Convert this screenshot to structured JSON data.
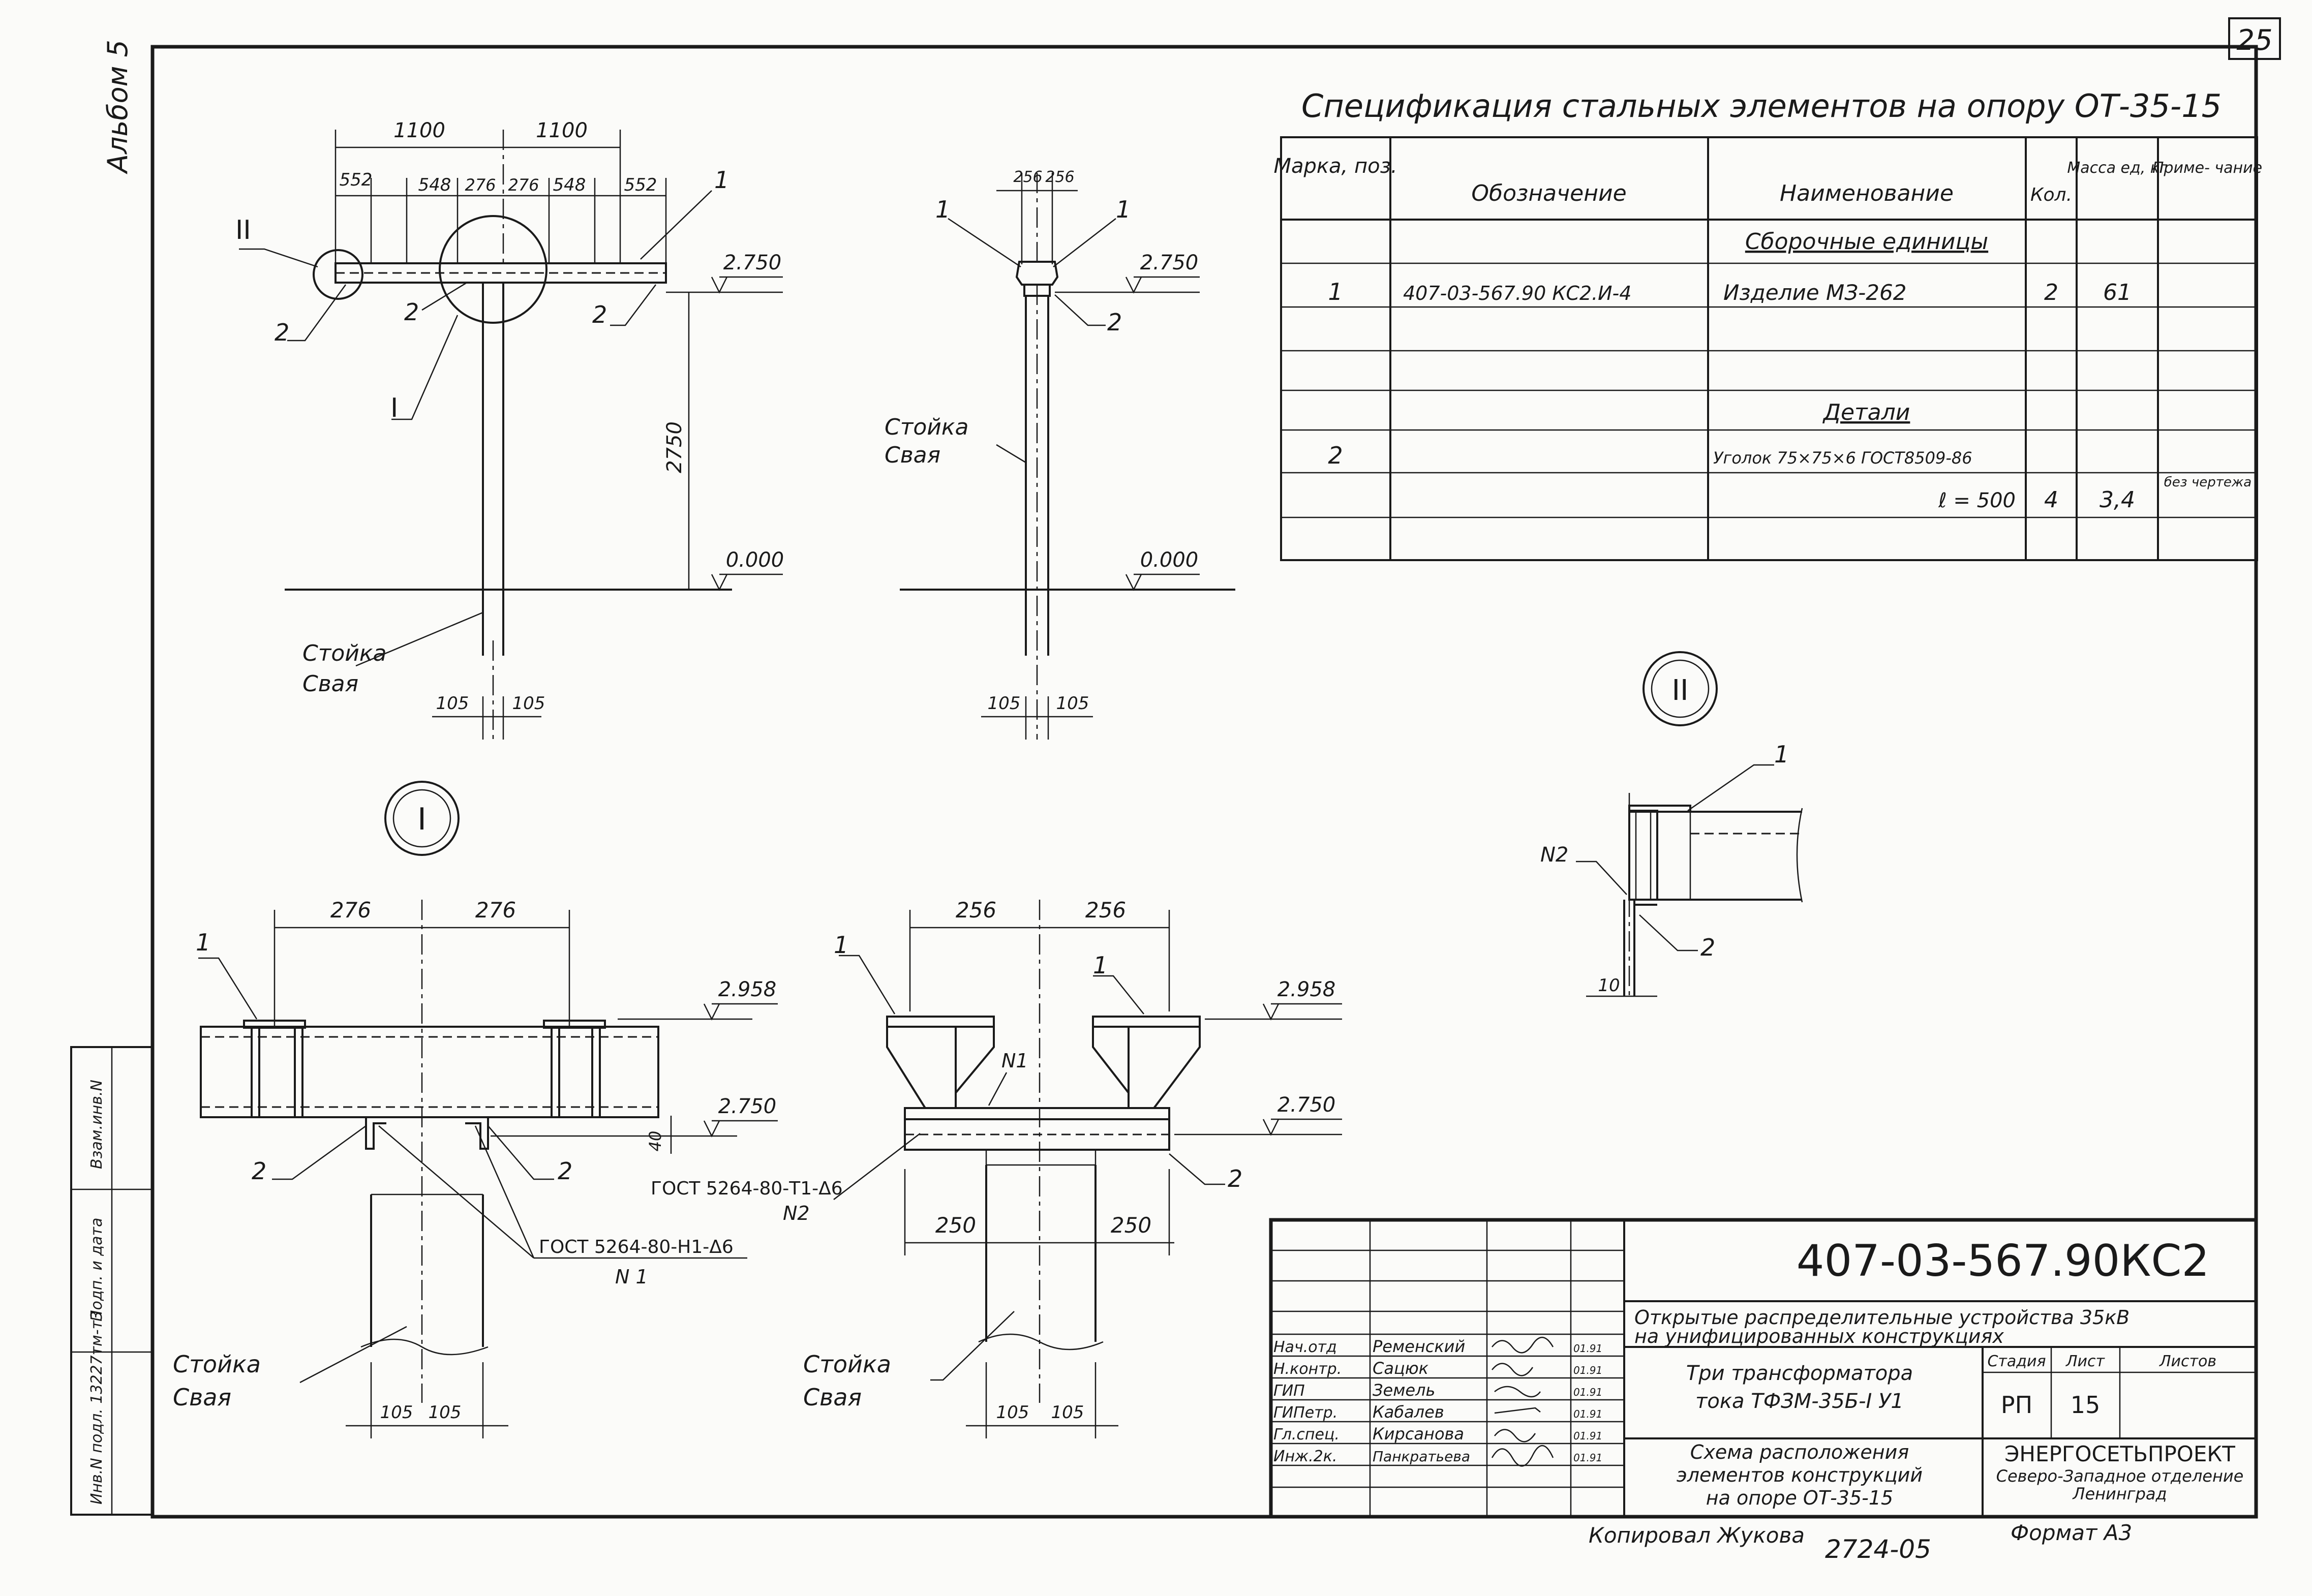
{
  "sheet": {
    "page_number": "25",
    "album": "Альбом 5",
    "copied_by": "Копировал Жукова",
    "order_number": "2724-05",
    "format": "Формат А3"
  },
  "spec": {
    "title": "Спецификация стальных элементов на опору ОТ-35-15",
    "headers": [
      "Марка, поз.",
      "Обозначение",
      "Наименование",
      "Кол.",
      "Масса ед, кг",
      "Приме- чание"
    ],
    "section_assembly": "Сборочные единицы",
    "section_details": "Детали",
    "rows": [
      {
        "pos": "1",
        "designation": "407-03-567.90 КС2.И-4",
        "name": "Изделие МЗ-262",
        "qty": "2",
        "mass": "61",
        "note": ""
      },
      {
        "pos": "2",
        "designation": "",
        "name": "Уголок 75×75×6 ГОСТ8509-86",
        "qty": "",
        "mass": "",
        "note": ""
      },
      {
        "pos": "",
        "designation": "",
        "name": "ℓ = 500",
        "qty": "4",
        "mass": "3,4",
        "note": "без чертежа"
      }
    ]
  },
  "view_front": {
    "dims_top": [
      "1100",
      "1100"
    ],
    "dims_sub": [
      "552",
      "548",
      "276",
      "276",
      "548",
      "552"
    ],
    "elev_top": "2.750",
    "elev_ground": "0.000",
    "height": "2750",
    "dims_bottom": [
      "105",
      "105"
    ],
    "callouts": [
      "1",
      "2",
      "2",
      "2",
      "I",
      "II"
    ],
    "post_label_1": "Стойка",
    "post_label_2": "Свая"
  },
  "view_side": {
    "dims_top": [
      "256",
      "256"
    ],
    "elev_top": "2.750",
    "elev_ground": "0.000",
    "dims_bottom": [
      "105",
      "105"
    ],
    "callouts": [
      "1",
      "1",
      "2"
    ],
    "post_label_1": "Стойка",
    "post_label_2": "Свая"
  },
  "detail_I": {
    "marker": "I",
    "dims_top": [
      "276",
      "276"
    ],
    "elev_top": "2.958",
    "elev_mid": "2.750",
    "gap": "40",
    "weld_1": "ГОСТ 5264-80-Н1-Δ6",
    "weld_1_tag": "N 1",
    "weld_2": "ГОСТ 5264-80-Т1-Δ6",
    "weld_2_tag": "N2",
    "dims_bottom": [
      "105",
      "105"
    ],
    "callouts": [
      "1",
      "2",
      "2"
    ],
    "post_label_1": "Стойка",
    "post_label_2": "Свая"
  },
  "detail_I_side": {
    "dims_top": [
      "256",
      "256"
    ],
    "dims_mid": [
      "250",
      "250"
    ],
    "elev_top": "2.958",
    "elev_mid": "2.750",
    "weld_tag": "N1",
    "dims_bottom": [
      "105",
      "105"
    ],
    "callouts": [
      "1",
      "1",
      "2"
    ],
    "post_label_1": "Стойка",
    "post_label_2": "Свая"
  },
  "detail_II": {
    "marker": "II",
    "weld_tag": "N2",
    "dim": "10",
    "callouts": [
      "1",
      "2"
    ]
  },
  "title_block": {
    "doc_code": "407-03-567.90КС2",
    "project_1": "Открытые распределительные устройства 35кВ",
    "project_2": "на унифицированных конструкциях",
    "subject_1": "Три трансформатора",
    "subject_2": "тока ТФЗМ-35Б-I У1",
    "sheet_title_1": "Схема расположения",
    "sheet_title_2": "элементов конструкций",
    "sheet_title_3": "на опоре ОТ-35-15",
    "stage_h": "Стадия",
    "sheet_h": "Лист",
    "sheets_h": "Листов",
    "stage": "РП",
    "sheet": "15",
    "org_1": "ЭНЕРГОСЕТЬПРОЕКТ",
    "org_2": "Северо-Западное отделение",
    "org_3": "Ленинград",
    "staff": [
      {
        "role": "Нач.отд",
        "name": "Ременский",
        "date": "01.91"
      },
      {
        "role": "Н.контр.",
        "name": "Сацюк",
        "date": "01.91"
      },
      {
        "role": "ГИП",
        "name": "Земель",
        "date": "01.91"
      },
      {
        "role": "ГИПетр.",
        "name": "Кабалев",
        "date": "01.91"
      },
      {
        "role": "Гл.спец.",
        "name": "Кирсанова",
        "date": "01.91"
      },
      {
        "role": "Инж.2к.",
        "name": "Панкратьева",
        "date": "01.91"
      }
    ],
    "side_stamps": [
      "Взам.инв.N",
      "Подп. и дата",
      "Инв.N подл. 13227тм-т3"
    ]
  }
}
